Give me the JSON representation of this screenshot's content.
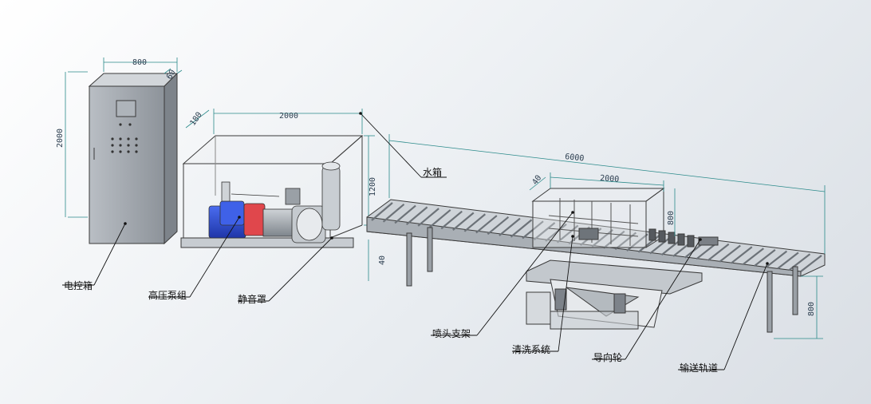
{
  "labels": {
    "cabinet": "电控箱",
    "pump_unit": "高压泵组",
    "enclosure": "静音罩",
    "water_tank": "水箱",
    "nozzle_frame": "喷头支架",
    "cleaning_system": "清洗系统",
    "guide_wheel": "导向轮",
    "conveyor": "输送轨道"
  },
  "dimensions": {
    "cabinet_width": "800",
    "cabinet_depth": "60",
    "cabinet_height": "2000",
    "enclosure_depth": "180",
    "enclosure_length": "2000",
    "enclosure_height": "1200",
    "enclosure_base": "40",
    "conveyor_length": "6000",
    "spray_length": "2000",
    "spray_depth": "40",
    "spray_height": "800",
    "conveyor_height": "800"
  },
  "colors": {
    "line": "#3a3a3a",
    "dim_line": "#2a8a8a",
    "pump_blue": "#2e4fd6",
    "pump_red": "#e0474c",
    "motor_gray": "#9aa0a6"
  }
}
